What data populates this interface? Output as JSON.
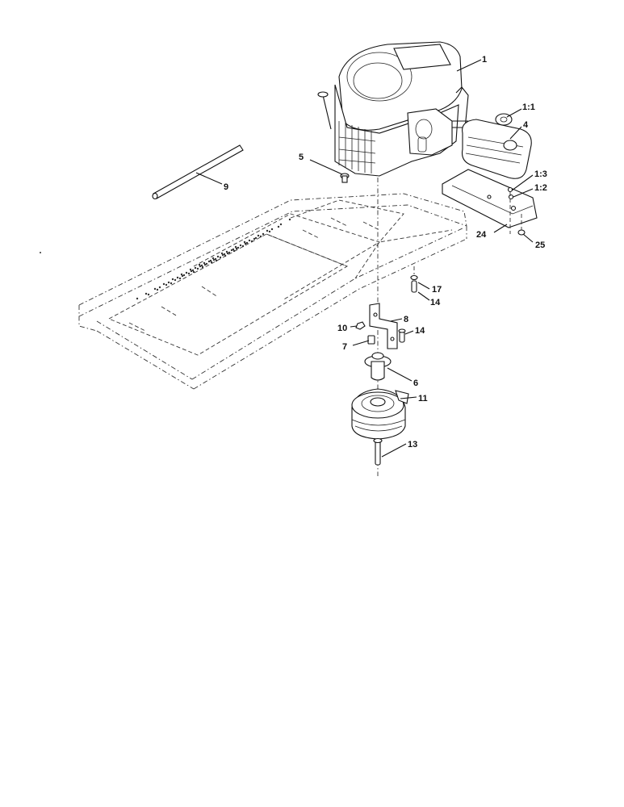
{
  "diagram": {
    "type": "exploded-parts-view",
    "colors": {
      "line": "#111111",
      "background": "#ffffff"
    },
    "callouts": [
      {
        "id": "c1",
        "label": "1"
      },
      {
        "id": "c1_1",
        "label": "1:1"
      },
      {
        "id": "c4",
        "label": "4"
      },
      {
        "id": "c1_3",
        "label": "1:3"
      },
      {
        "id": "c1_2",
        "label": "1:2"
      },
      {
        "id": "c24",
        "label": "24"
      },
      {
        "id": "c25",
        "label": "25"
      },
      {
        "id": "c5",
        "label": "5"
      },
      {
        "id": "c9",
        "label": "9"
      },
      {
        "id": "c17",
        "label": "17"
      },
      {
        "id": "c14a",
        "label": "14"
      },
      {
        "id": "c8",
        "label": "8"
      },
      {
        "id": "c10",
        "label": "10"
      },
      {
        "id": "c14b",
        "label": "14"
      },
      {
        "id": "c7",
        "label": "7"
      },
      {
        "id": "c6",
        "label": "6"
      },
      {
        "id": "c11",
        "label": "11"
      },
      {
        "id": "c13",
        "label": "13"
      }
    ]
  }
}
